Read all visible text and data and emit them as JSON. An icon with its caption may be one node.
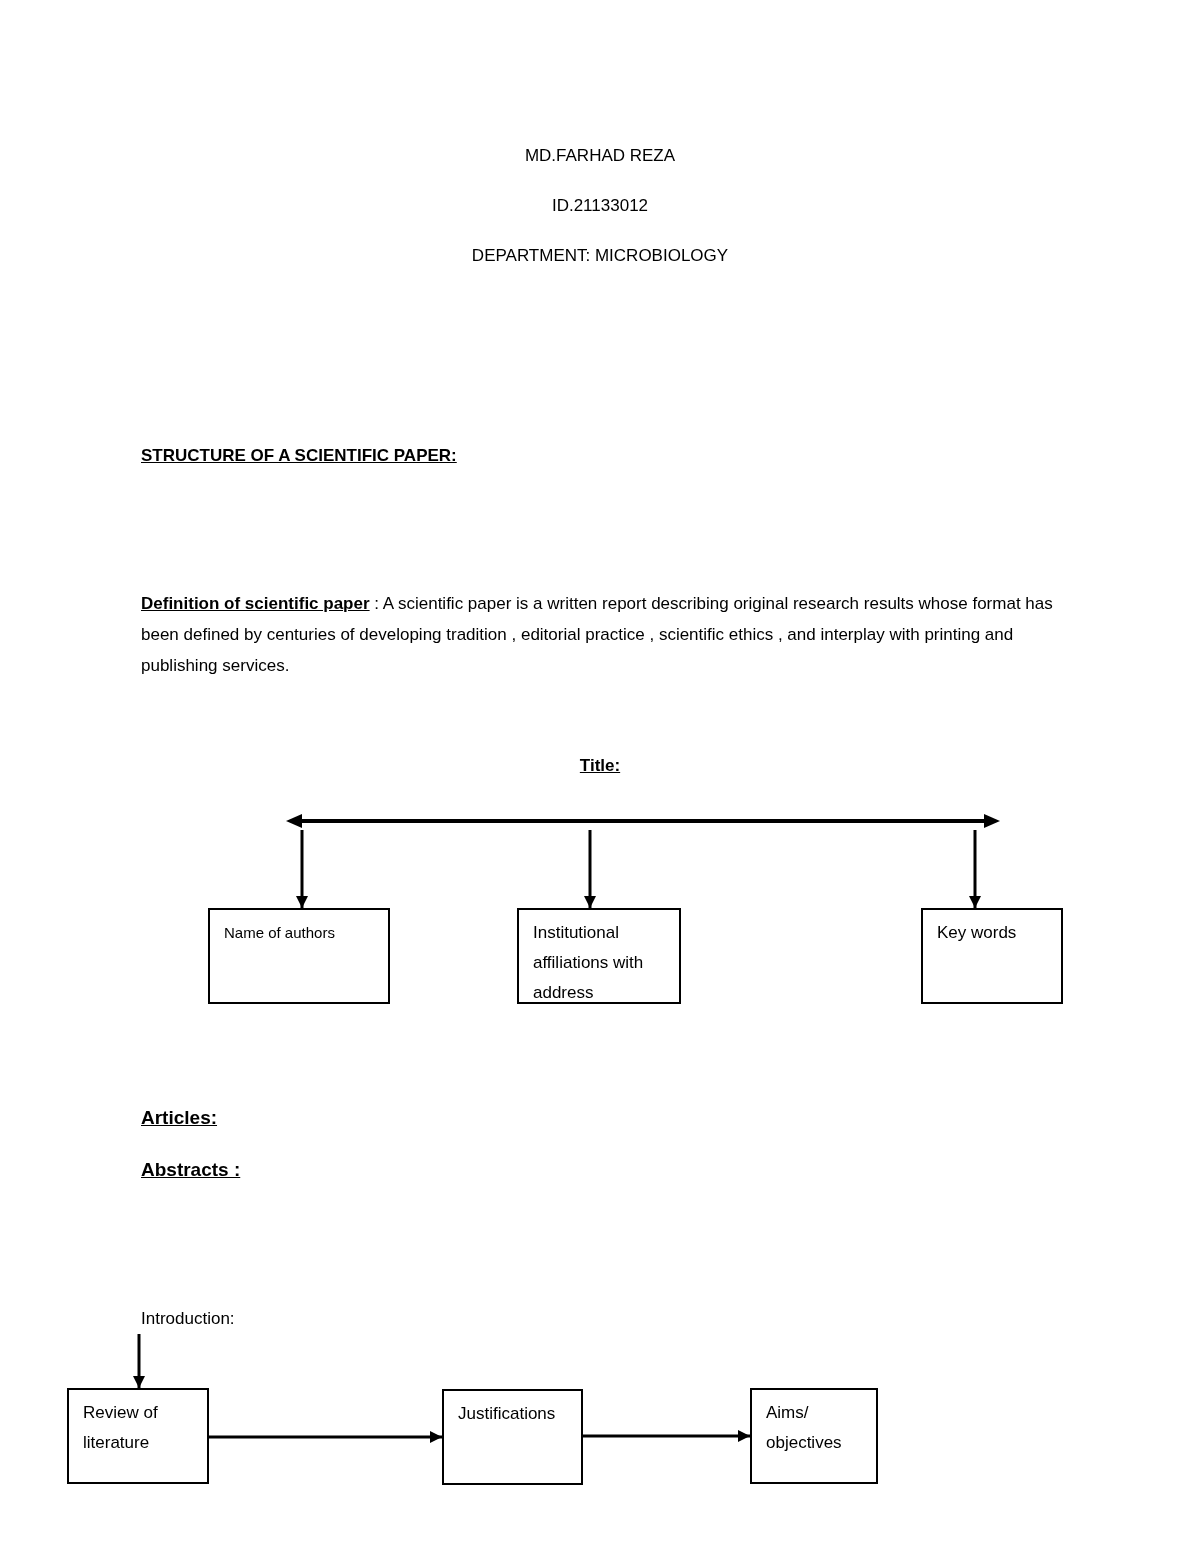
{
  "diagram": {
    "title": "STRUCTURE OF A SCIENTIFIC PAPER:",
    "nodes": [
      {
        "text": [],
        "shape": "bar"
      },
      {
        "text": [
          "Name of authors"
        ]
      },
      {
        "text": [
          "Institutional affiliations with address"
        ]
      },
      {
        "text": [
          "Key words"
        ]
      },
      {
        "text": [
          "Introduction:"
        ]
      },
      {
        "text": [
          "Review of literature"
        ]
      },
      {
        "text": [
          "Justifications"
        ]
      },
      {
        "text": [
          "Aims/ objectives"
        ]
      }
    ],
    "edges": [
      {
        "from": 0,
        "to": 1,
        "arrow": "to"
      },
      {
        "from": 0,
        "to": 2,
        "arrow": "to"
      },
      {
        "from": 0,
        "to": 3,
        "arrow": "to"
      },
      {
        "from": 4,
        "to": 5,
        "arrow": "to"
      },
      {
        "from": 5,
        "to": 6,
        "arrow": "to"
      },
      {
        "from": 6,
        "to": 7,
        "arrow": "to"
      }
    ],
    "labels": [
      "MD.FARHAD REZA",
      "ID.21133012",
      "DEPARTMENT: MICROBIOLOGY",
      "**Definition of scientific paper** : A scientific paper is a written report describing original research results whose format has been defined by centuries of developing tradition , editorial practice , scientific ethics , and interplay with printing and publishing services.",
      "Title:",
      "Articles:",
      "Abstracts :"
    ]
  }
}
